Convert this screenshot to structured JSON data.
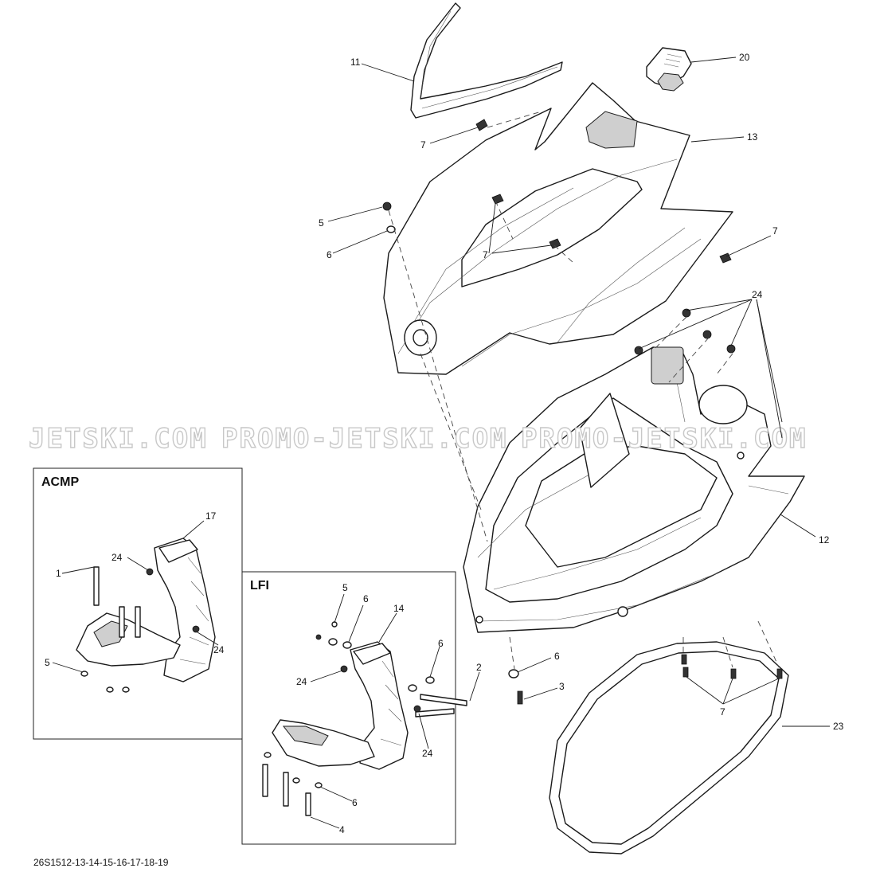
{
  "watermark": {
    "segments": [
      "JETSKI.COM",
      "PROMO-JETSKI.COM",
      "PROMO-JETSKI.COM"
    ]
  },
  "insets": {
    "acmp": {
      "title": "ACMP"
    },
    "lfi": {
      "title": "LFI"
    }
  },
  "callouts": {
    "c11": "11",
    "c20": "20",
    "c13": "13",
    "c7_top": "7",
    "c5_main": "5",
    "c6_main": "6",
    "c7_mid": "7",
    "c7_right": "7",
    "c24_top": "24",
    "c12": "12",
    "c6_lower": "6",
    "c3": "3",
    "c7_bottom": "7",
    "c23": "23",
    "acmp_17": "17",
    "acmp_24a": "24",
    "acmp_1": "1",
    "acmp_24b": "24",
    "acmp_5": "5",
    "lfi_5": "5",
    "lfi_6a": "6",
    "lfi_14": "14",
    "lfi_6b": "6",
    "lfi_2": "2",
    "lfi_24a": "24",
    "lfi_24b": "24",
    "lfi_6c": "6",
    "lfi_4": "4"
  },
  "diagram_code": "26S1512-13-14-15-16-17-18-19",
  "colors": {
    "line": "#1a1a1a",
    "watermark": "#c8c8c8",
    "fill_gray": "#cfcfcf"
  }
}
